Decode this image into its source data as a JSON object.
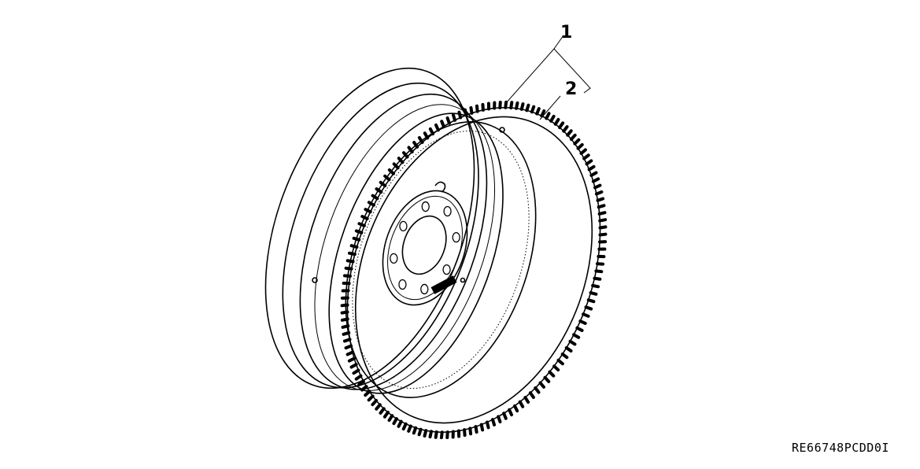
{
  "callouts": [
    {
      "number": "1"
    },
    {
      "number": "2"
    }
  ],
  "figure_code": "RE66748PCDD0I",
  "line_color": "#000000",
  "background": "#ffffff"
}
